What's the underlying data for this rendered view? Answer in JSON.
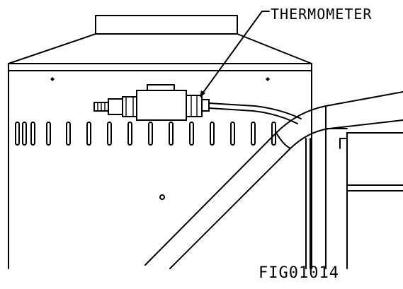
{
  "diagram": {
    "callout": {
      "text": "THERMOMETER"
    },
    "figure_id": {
      "text": "FIG01014"
    },
    "colors": {
      "line": "#000000",
      "background": "#ffffff"
    },
    "parts": [
      "heater-lid",
      "heater-body",
      "vent-slots",
      "thermometer-fitting",
      "sensor-tube",
      "frame-handle"
    ]
  }
}
